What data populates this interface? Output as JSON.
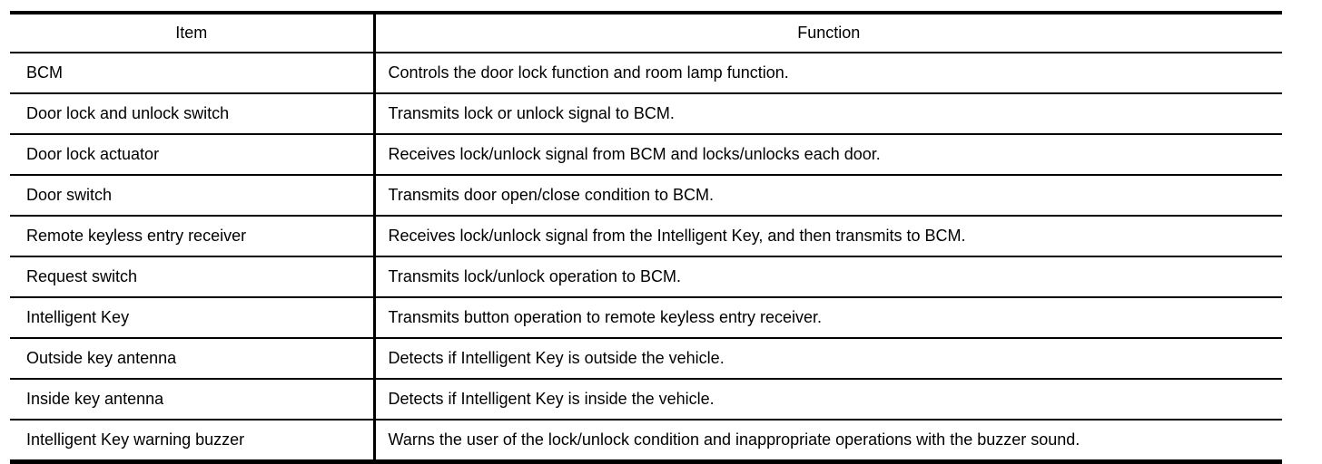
{
  "table": {
    "headers": {
      "item": "Item",
      "function": "Function"
    },
    "rows": [
      {
        "item": "BCM",
        "function": "Controls the door lock function and room lamp function."
      },
      {
        "item": "Door lock and unlock switch",
        "function": "Transmits lock or unlock signal to BCM."
      },
      {
        "item": "Door lock actuator",
        "function": "Receives lock/unlock signal from BCM and locks/unlocks each door."
      },
      {
        "item": "Door switch",
        "function": "Transmits door open/close condition to BCM."
      },
      {
        "item": "Remote keyless entry receiver",
        "function": "Receives lock/unlock signal from the Intelligent Key, and then transmits to BCM."
      },
      {
        "item": "Request switch",
        "function": "Transmits lock/unlock operation to BCM."
      },
      {
        "item": "Intelligent Key",
        "function": "Transmits button operation to remote keyless entry receiver."
      },
      {
        "item": "Outside key antenna",
        "function": "Detects if Intelligent Key is outside the vehicle."
      },
      {
        "item": "Inside key antenna",
        "function": "Detects if Intelligent Key is inside the vehicle."
      },
      {
        "item": "Intelligent Key warning buzzer",
        "function": "Warns the user of the lock/unlock condition and inappropriate operations with the buzzer sound."
      }
    ],
    "colors": {
      "border": "#000000",
      "text": "#000000",
      "background": "#ffffff"
    }
  }
}
